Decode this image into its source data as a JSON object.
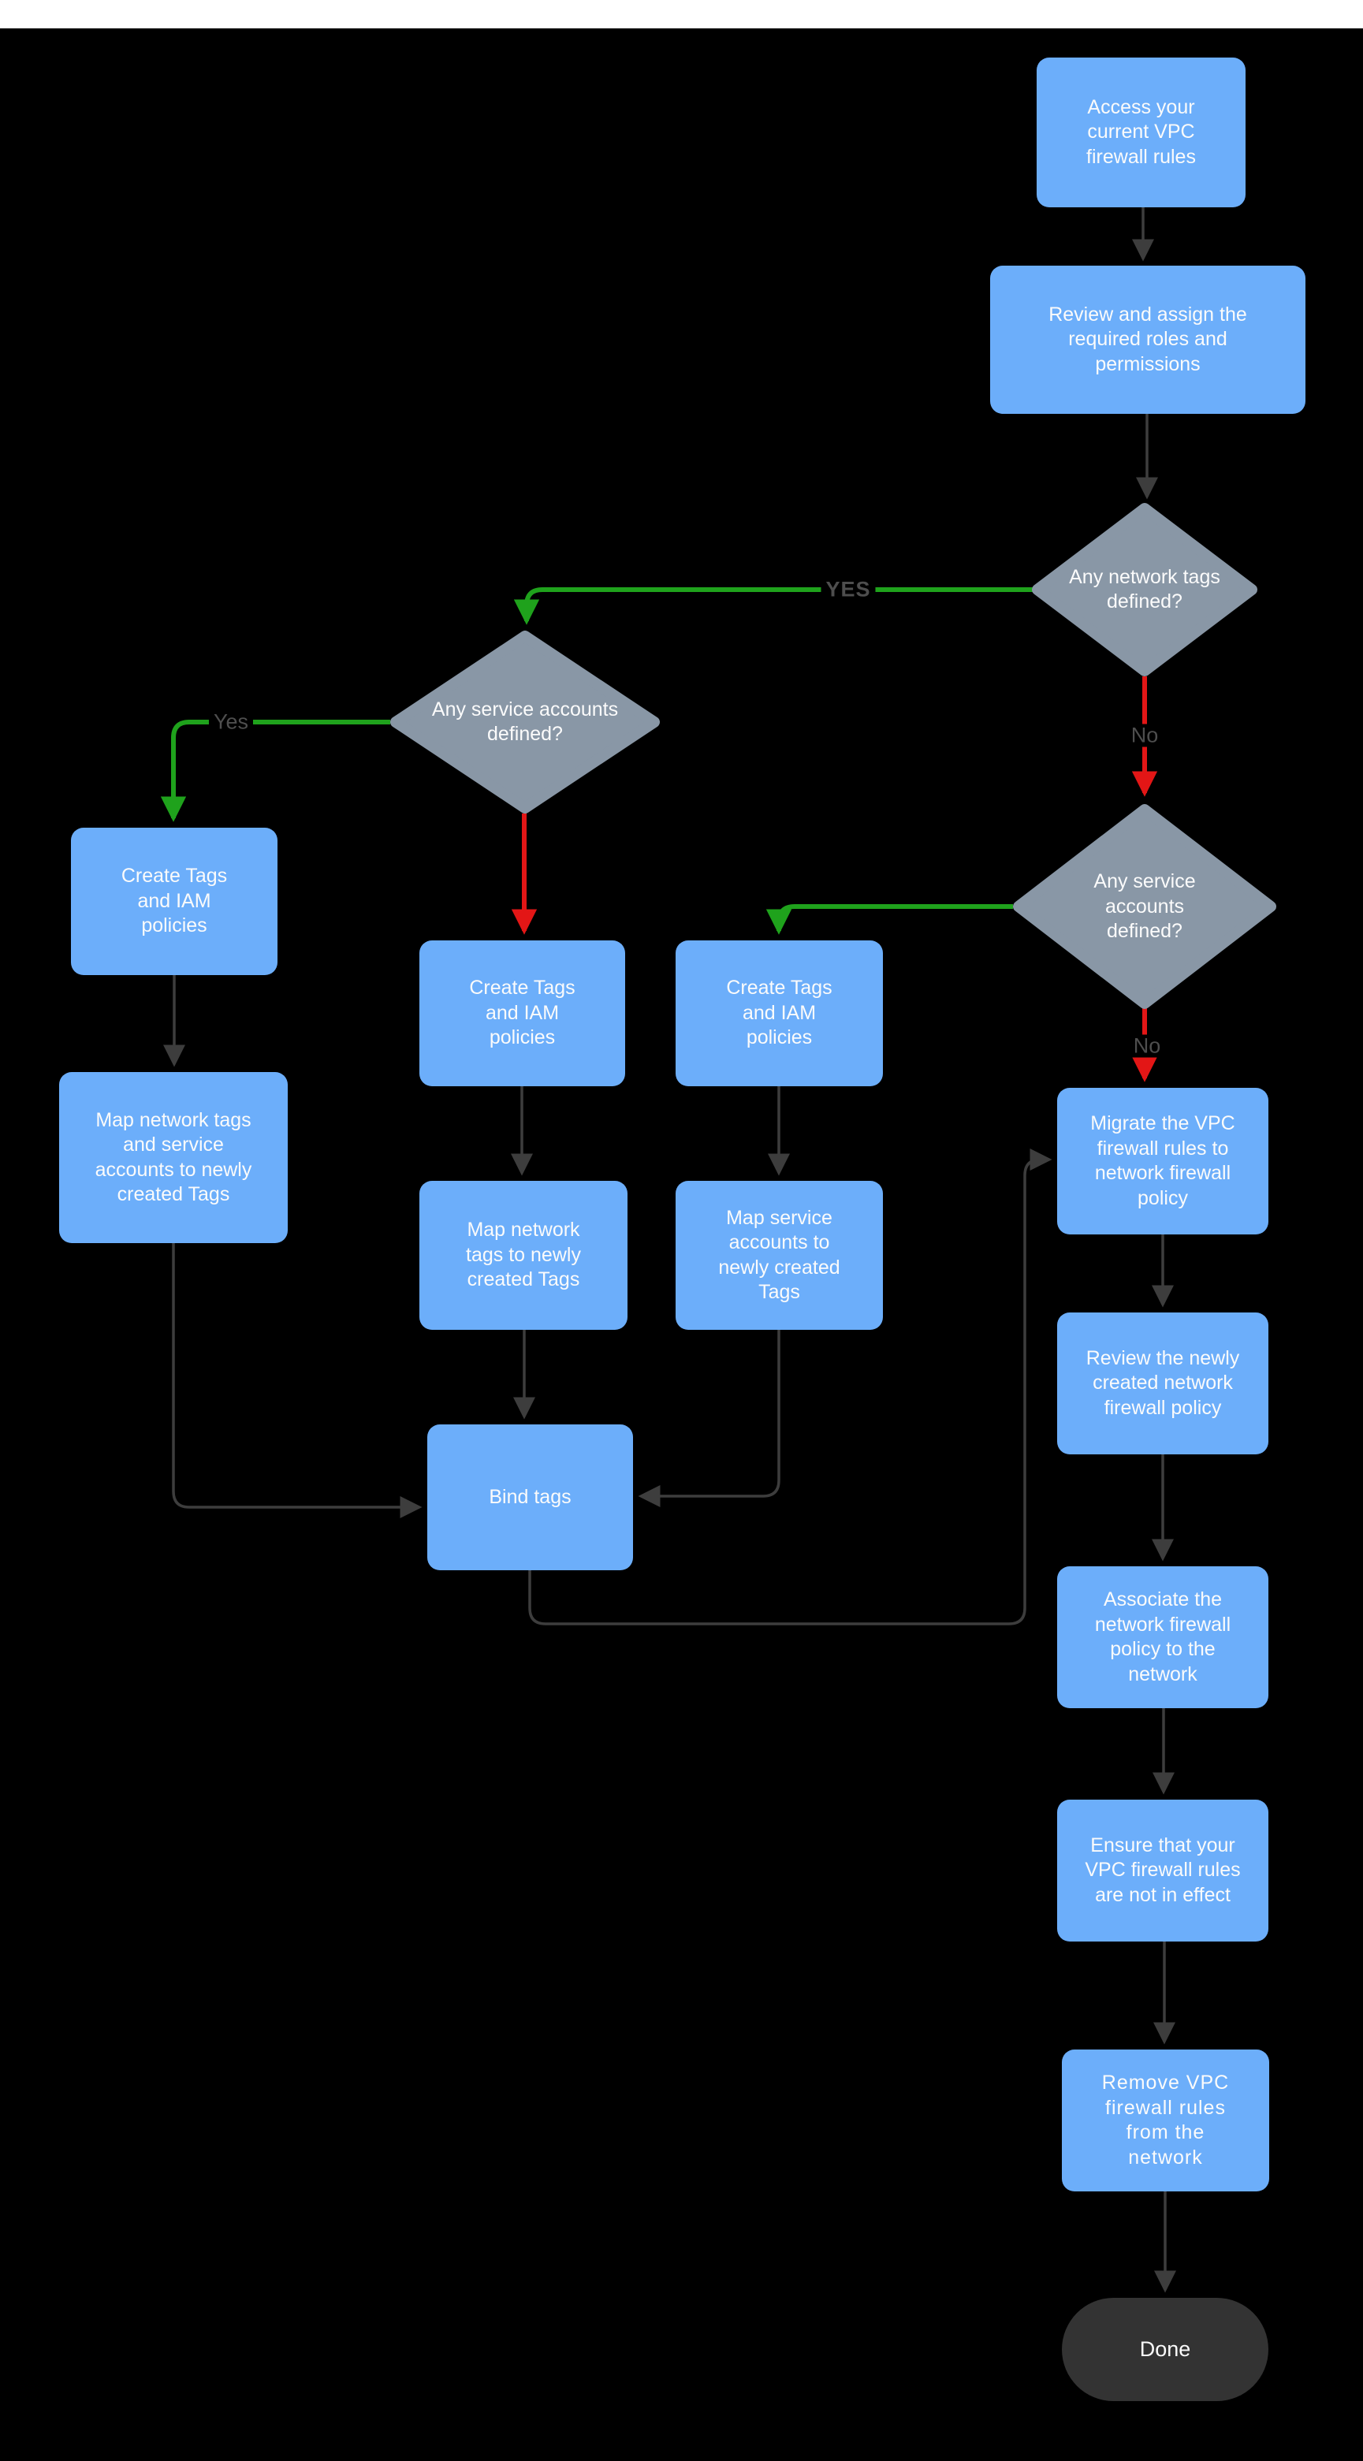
{
  "colors": {
    "background": "#000000",
    "top_bar": "#ffffff",
    "process_fill": "#6caefa",
    "decision_fill": "#8997a6",
    "terminator_fill": "#333333",
    "connector": "#3d3d3d",
    "yes_green": "#1fa21c",
    "no_red": "#e31616",
    "edge_label": "#4e4e4e",
    "node_text": "#fbfbfb"
  },
  "flowchart": {
    "nodes": {
      "access": "Access your current VPC firewall rules",
      "review_roles": "Review and assign the required roles and permissions",
      "network_tags_defined": "Any network tags defined?",
      "service_accounts_defined_left": "Any service accounts defined?",
      "service_accounts_defined_right": "Any service accounts defined?",
      "create_tags_left": "Create Tags and IAM policies",
      "map_network_service": "Map network tags and service accounts to newly created Tags",
      "create_tags_mid": "Create Tags and IAM policies",
      "map_network_tags": "Map network tags to newly created Tags",
      "create_tags_right": "Create Tags and IAM policies",
      "map_service_accounts": "Map service accounts  to newly created Tags",
      "bind_tags": "Bind tags",
      "migrate": "Migrate the VPC firewall rules to network firewall policy",
      "review_policy": "Review the newly created network firewall policy",
      "associate": "Associate the network firewall policy to the network",
      "ensure": "Ensure that your VPC firewall rules are not in effect",
      "remove": "Remove  VPC firewall rules from the network",
      "done": "Done"
    },
    "edge_labels": {
      "yes_network_tags": "YES",
      "no_network_tags": "No",
      "yes_service_accounts": "Yes",
      "no_service_accounts": "No"
    }
  }
}
